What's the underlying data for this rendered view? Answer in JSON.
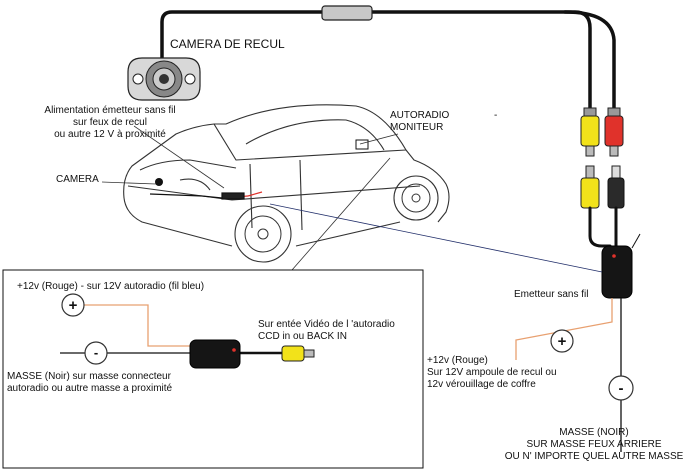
{
  "labels": {
    "camera_recul": "CAMERA DE RECUL",
    "alimentation": [
      "Alimentation émetteur sans fil",
      "sur feux de recul",
      "ou autre 12 V à proximité"
    ],
    "camera": "CAMERA",
    "autoradio": [
      "AUTORADIO",
      "MONITEUR"
    ],
    "dash": "-",
    "plus12_autoradio": "+12v (Rouge)  - sur 12V autoradio (fil  bleu)",
    "video_in": [
      "Sur entée Vidéo de l 'autoradio",
      "CCD in ou BACK IN"
    ],
    "masse_autoradio": [
      "MASSE (Noir) sur masse connecteur",
      "autoradio ou autre masse a proximité"
    ],
    "emetteur": "Emetteur sans fil",
    "plus12_recul": [
      "+12v  (Rouge)",
      "Sur 12V ampoule de recul ou",
      "12v vérouillage de coffre"
    ],
    "masse_arriere": [
      "MASSE (NOIR)",
      "SUR MASSE FEUX ARRIERE",
      "OU N' IMPORTE QUEL AUTRE MASSE"
    ]
  },
  "symbols": {
    "plus": "+",
    "minus": "-"
  },
  "colors": {
    "wire_red": "#e0322b",
    "wire_yellow": "#f2e21a",
    "wire_black": "#111111",
    "lead_orange": "#e8a070"
  }
}
